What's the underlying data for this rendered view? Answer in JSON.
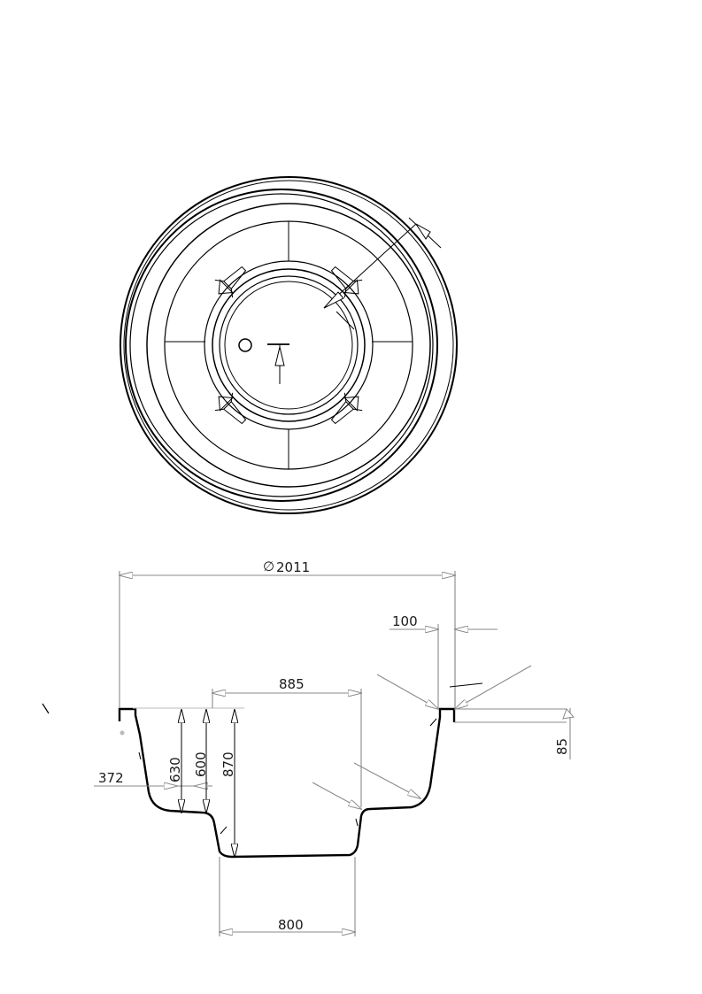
{
  "dimensions": {
    "diameter": "2011",
    "rim_width": "100",
    "top_width": "885",
    "rim_height": "85",
    "bench_offset": "372",
    "height_630": "630",
    "height_600": "600",
    "height_870": "870",
    "bottom_width": "800"
  },
  "colors": {
    "outline": "#000000",
    "dimension": "#8a8a8a",
    "text": "#1a1a1a"
  }
}
